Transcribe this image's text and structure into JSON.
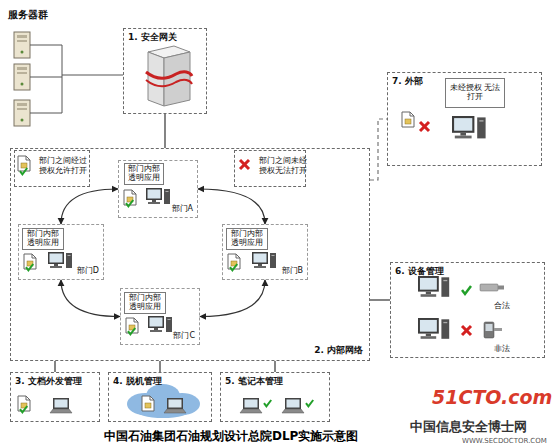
{
  "diagram": {
    "caption": "中国石油集团石油规划设计总院DLP实施示意图",
    "nodes": [
      {
        "text": [
          "1. 安全网关"
        ]
      },
      {
        "text": [
          "7. 外部"
        ]
      },
      {
        "text": [
          "未经授权 无法打开"
        ],
        "in": 1
      },
      {
        "text": [
          "2. 内部网络"
        ]
      },
      {
        "text": [
          "部门之间经过 授权允许打开"
        ],
        "in": 3
      },
      {
        "text": [
          "部门A"
        ],
        "in": 3
      },
      {
        "text": [
          "部门内部 透明应用"
        ],
        "in": 5
      },
      {
        "text": [
          "部门之间未经 授权无法打开"
        ],
        "in": 3
      },
      {
        "text": [
          "部门D"
        ],
        "in": 3
      },
      {
        "text": [
          "部门内部 透明应用"
        ],
        "in": 8
      },
      {
        "text": [
          "部门B"
        ],
        "in": 3
      },
      {
        "text": [
          "部门内部 透明应用"
        ],
        "in": 10
      },
      {
        "text": [
          "部门C"
        ],
        "in": 3
      },
      {
        "text": [
          "部门内部 透明应用"
        ],
        "in": 12
      },
      {
        "text": [
          "6. 设备管理"
        ]
      },
      {
        "text": [
          "3. 文档外发管理"
        ]
      },
      {
        "text": [
          "4. 脱机管理"
        ]
      },
      {
        "text": [
          "5. 笔记本管理"
        ]
      }
    ],
    "edges": [
      {
        "from": 5,
        "to": 10,
        "arrow": "both"
      },
      {
        "from": 10,
        "to": 12,
        "arrow": "both"
      },
      {
        "from": 12,
        "to": 8,
        "arrow": "both"
      },
      {
        "from": 8,
        "to": 5,
        "arrow": "both"
      },
      {
        "from": 0,
        "to": 3,
        "arrow": "none"
      },
      {
        "from": 3,
        "to": 1,
        "arrow": "none"
      },
      {
        "from": 3,
        "to": 14,
        "arrow": "none"
      },
      {
        "from": 3,
        "to": 15,
        "arrow": "none"
      },
      {
        "from": 3,
        "to": 16,
        "arrow": "none"
      },
      {
        "from": 3,
        "to": 17,
        "arrow": "none"
      }
    ],
    "labels": [
      "服务器群",
      "合法",
      "非法",
      "51CTO.com",
      "中国信息安全博士网",
      "WWW.SECDOCTOR.COM"
    ]
  }
}
